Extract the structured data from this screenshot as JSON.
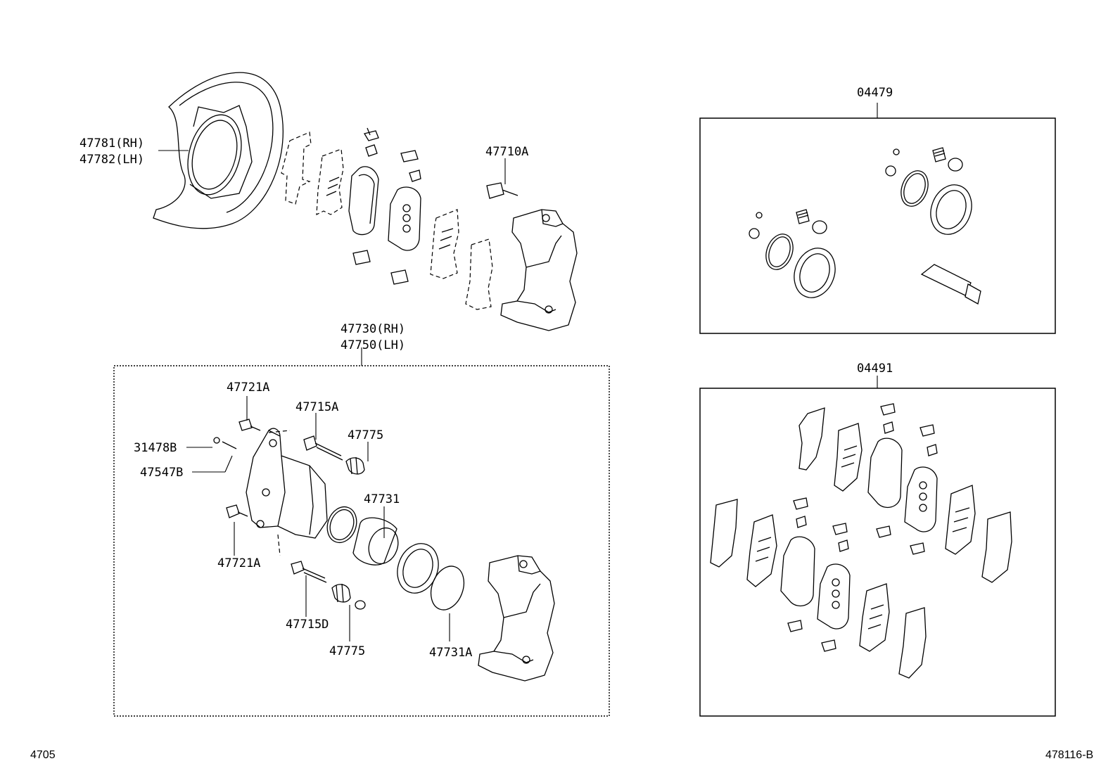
{
  "labels": {
    "shield_rh": "47781(RH)",
    "shield_lh": "47782(LH)",
    "bolt_47710a": "47710A",
    "caliper_rh": "47730(RH)",
    "caliper_lh": "47750(LH)",
    "bolt_47721a_top": "47721A",
    "pin_47715a": "47715A",
    "boot_47775_top": "47775",
    "cap_31478b": "31478B",
    "bleeder_47547b": "47547B",
    "piston_47731": "47731",
    "bolt_47721a_bottom": "47721A",
    "pin_47715d": "47715D",
    "boot_47775_bottom": "47775",
    "ring_47731a": "47731A",
    "kit_04479": "04479",
    "kit_04491": "04491",
    "page_code": "4705",
    "figure_code": "478116-B"
  }
}
